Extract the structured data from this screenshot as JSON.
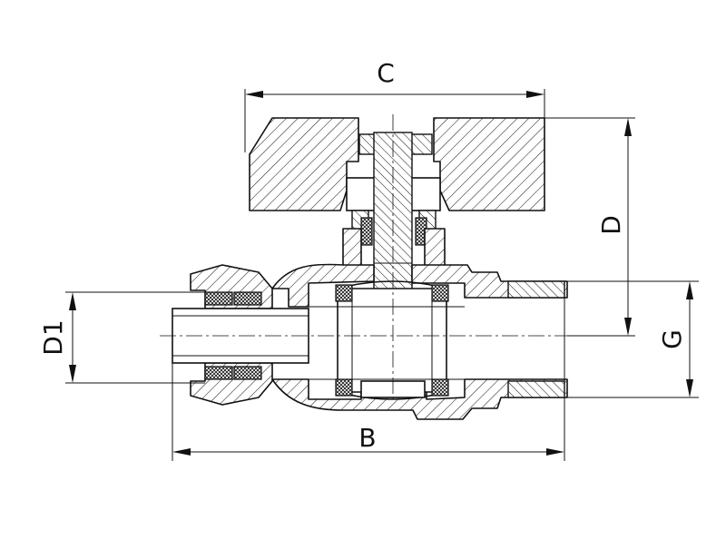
{
  "labels": {
    "width_handle": "C",
    "height_stem": "D",
    "diameter_left": "D1",
    "thread_right": "G",
    "overall_length": "B"
  }
}
